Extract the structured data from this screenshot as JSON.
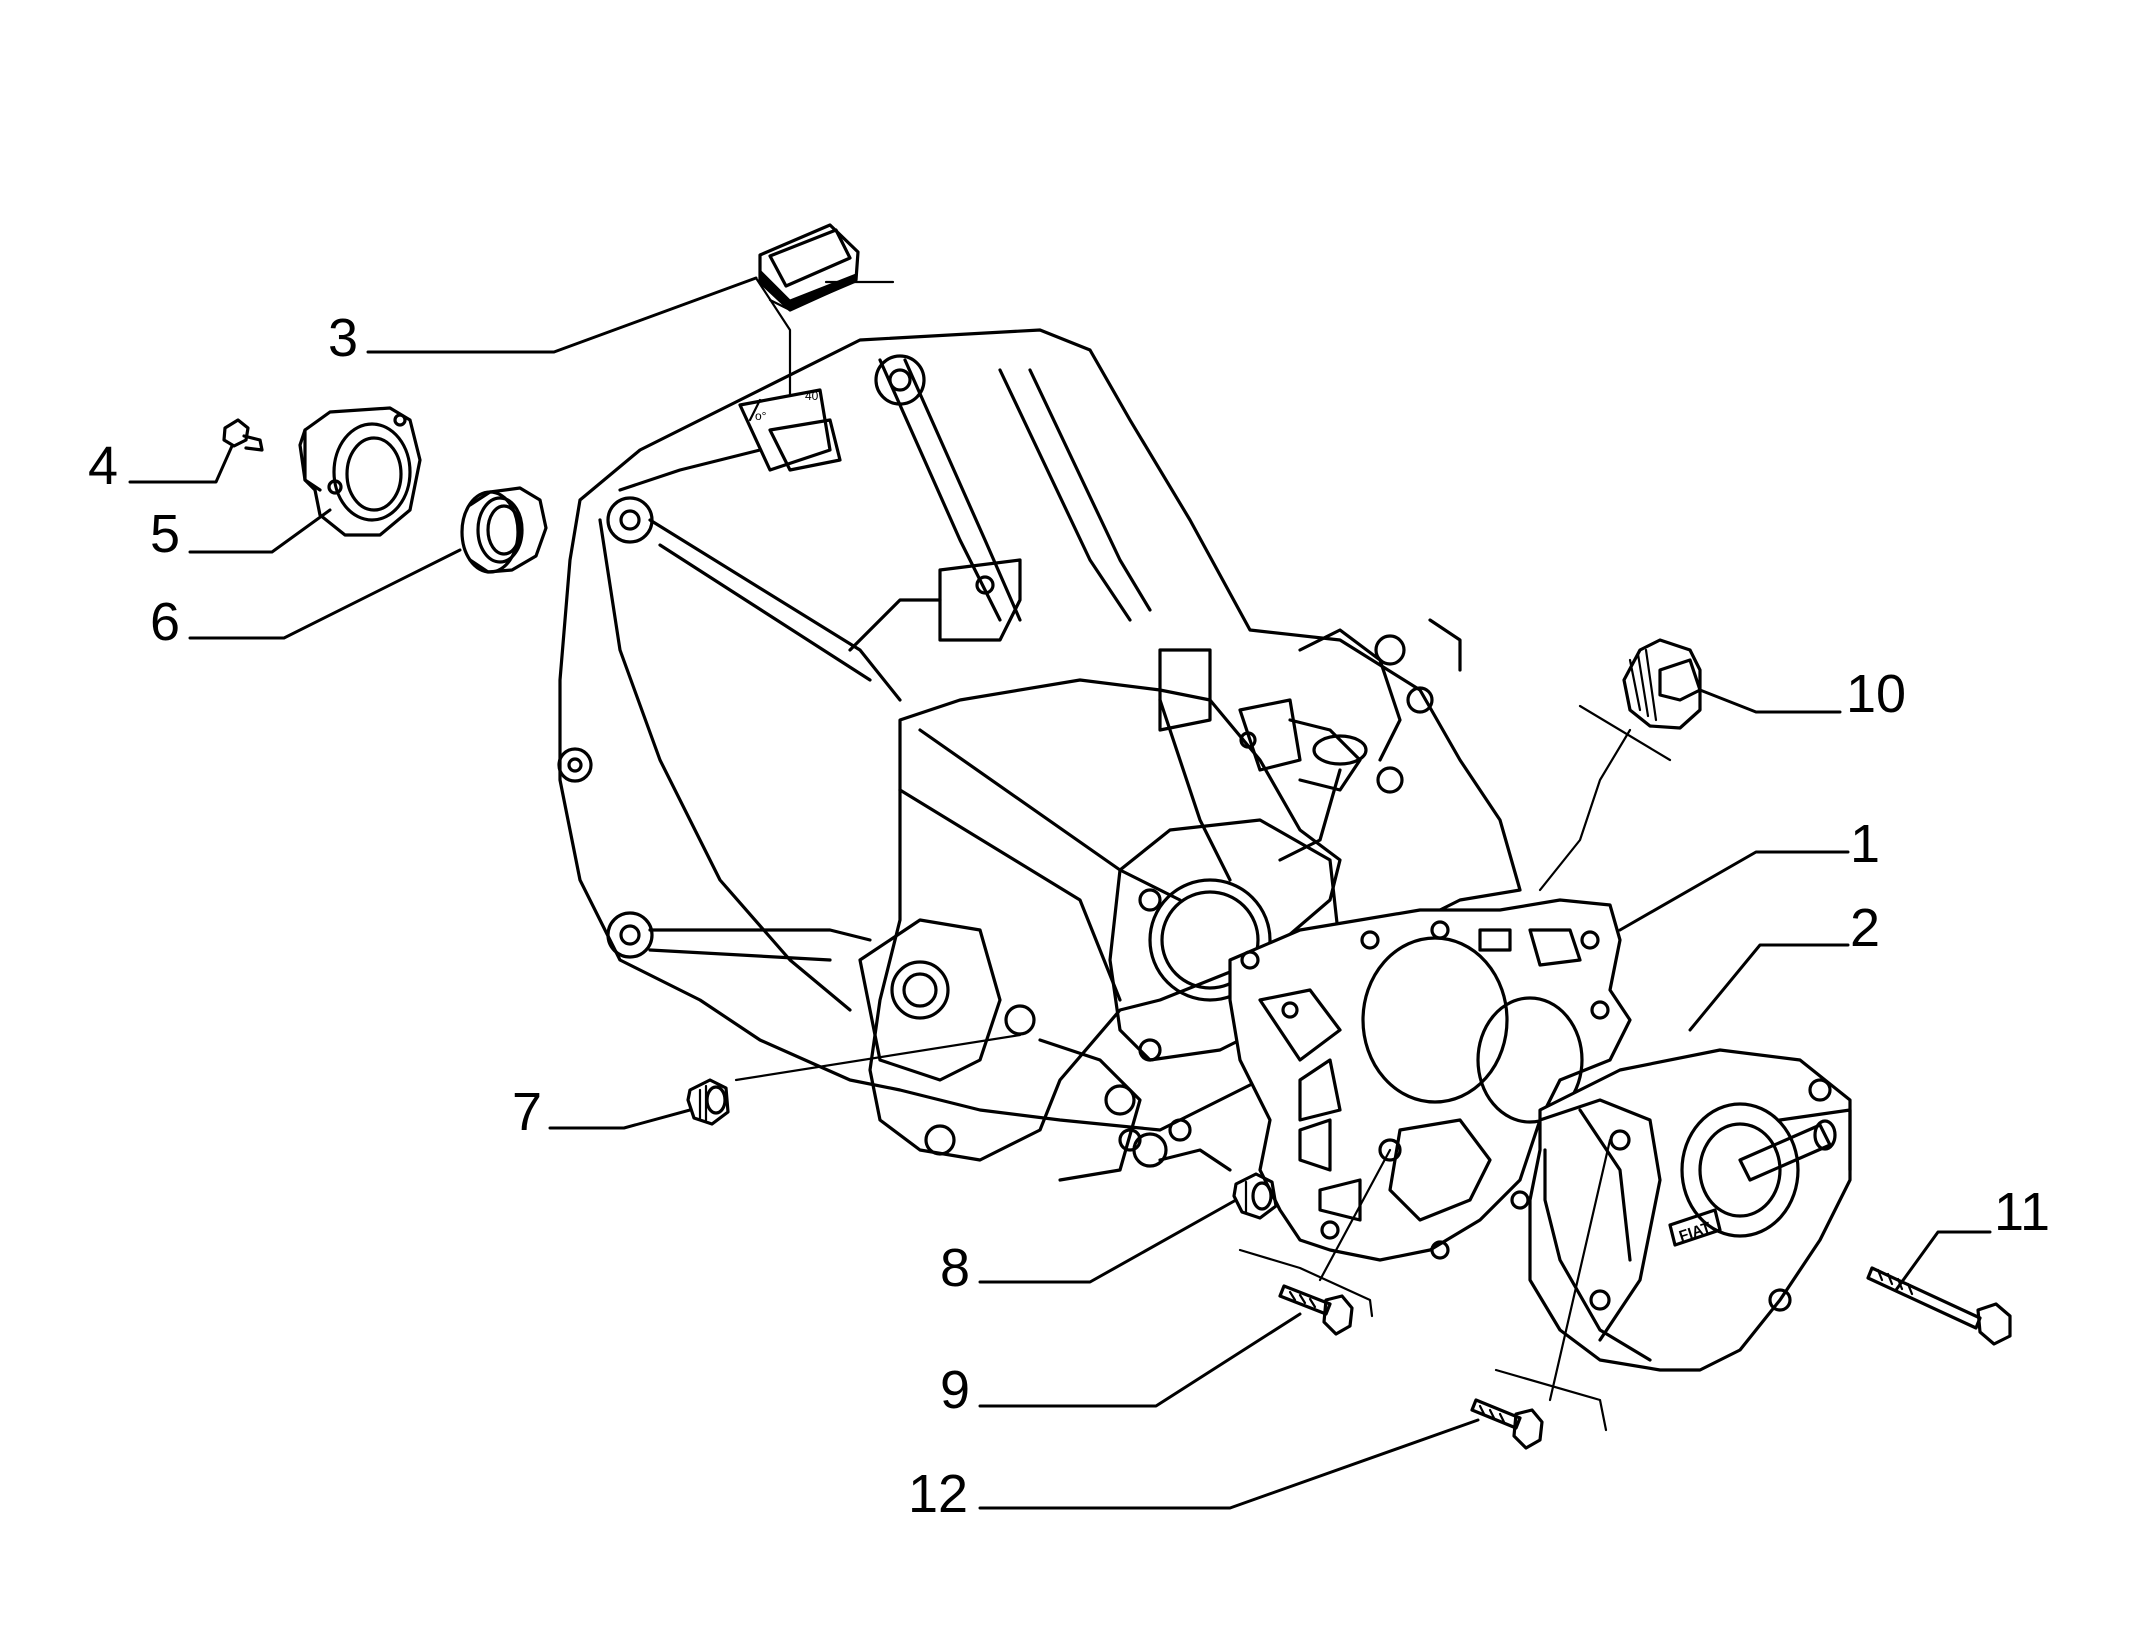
{
  "diagram": {
    "type": "exploded-parts-view",
    "callouts": [
      {
        "id": "1",
        "label": "1"
      },
      {
        "id": "2",
        "label": "2"
      },
      {
        "id": "3",
        "label": "3"
      },
      {
        "id": "4",
        "label": "4"
      },
      {
        "id": "5",
        "label": "5"
      },
      {
        "id": "6",
        "label": "6"
      },
      {
        "id": "7",
        "label": "7"
      },
      {
        "id": "8",
        "label": "8"
      },
      {
        "id": "9",
        "label": "9"
      },
      {
        "id": "10",
        "label": "10"
      },
      {
        "id": "11",
        "label": "11"
      },
      {
        "id": "12",
        "label": "12"
      }
    ],
    "emblem_text": "FIAT"
  }
}
